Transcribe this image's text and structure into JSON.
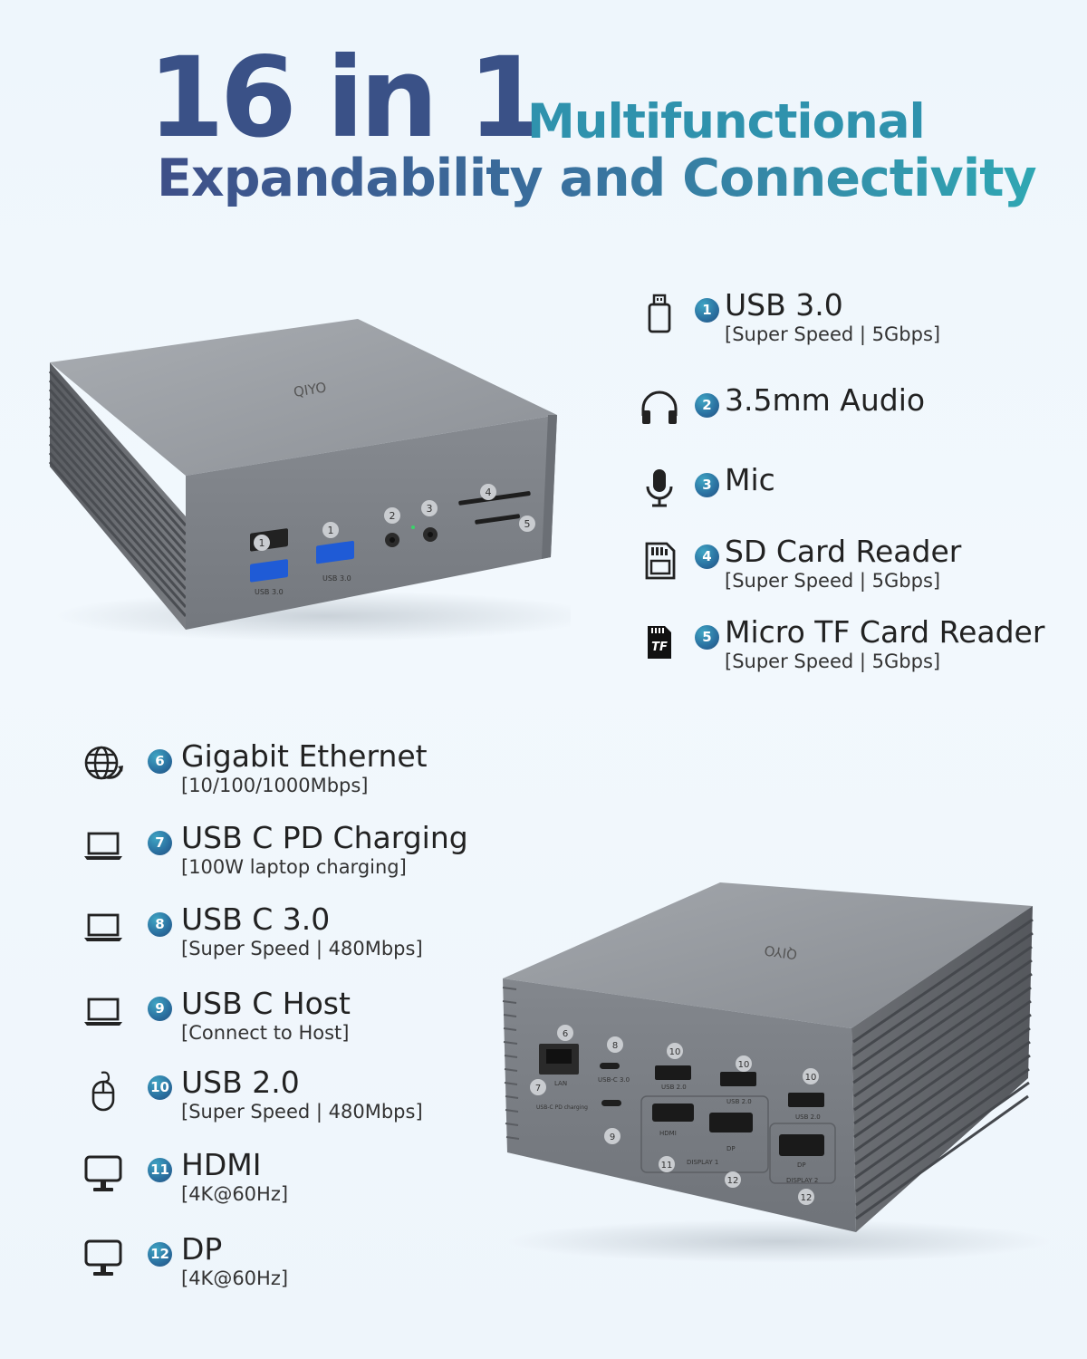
{
  "heading": {
    "big": "16 in 1",
    "line1": "Multifunctional",
    "line2": "Expandability and Connectivity"
  },
  "top_features": [
    {
      "num": "1",
      "icon": "usb-stick-icon",
      "title": "USB 3.0",
      "sub": "[Super Speed | 5Gbps]"
    },
    {
      "num": "2",
      "icon": "headphones-icon",
      "title": "3.5mm Audio",
      "sub": ""
    },
    {
      "num": "3",
      "icon": "microphone-icon",
      "title": "Mic",
      "sub": ""
    },
    {
      "num": "4",
      "icon": "sd-card-icon",
      "title": "SD Card Reader",
      "sub": "[Super Speed | 5Gbps]"
    },
    {
      "num": "5",
      "icon": "tf-card-icon",
      "title": "Micro TF Card Reader",
      "sub": "[Super Speed | 5Gbps]"
    }
  ],
  "bottom_features": [
    {
      "num": "6",
      "icon": "globe-icon",
      "title": "Gigabit Ethernet",
      "sub": "[10/100/1000Mbps]"
    },
    {
      "num": "7",
      "icon": "laptop-icon",
      "title": "USB C PD Charging",
      "sub": "[100W laptop charging]"
    },
    {
      "num": "8",
      "icon": "laptop-icon",
      "title": "USB C 3.0",
      "sub": "[Super Speed | 480Mbps]"
    },
    {
      "num": "9",
      "icon": "laptop-icon",
      "title": "USB C Host",
      "sub": "[Connect to Host]"
    },
    {
      "num": "10",
      "icon": "mouse-icon",
      "title": "USB 2.0",
      "sub": "[Super Speed | 480Mbps]"
    },
    {
      "num": "11",
      "icon": "monitor-icon",
      "title": "HDMI",
      "sub": "[4K@60Hz]"
    },
    {
      "num": "12",
      "icon": "monitor-icon",
      "title": "DP",
      "sub": "[4K@60Hz]"
    }
  ],
  "front_device": {
    "brand": "QIYO",
    "port_labels": {
      "usb30": "USB 3.0"
    },
    "callouts": [
      "1",
      "1",
      "2",
      "3",
      "4",
      "5"
    ]
  },
  "rear_device": {
    "brand": "QIYO",
    "port_labels": {
      "lan": "LAN",
      "usbc30": "USB-C 3.0",
      "pd": "USB-C PD charging",
      "usb20": "USB 2.0",
      "hdmi": "HDMI",
      "dp": "DP",
      "display1": "DISPLAY 1",
      "display2": "DISPLAY 2"
    },
    "callouts": [
      "6",
      "7",
      "8",
      "9",
      "10",
      "10",
      "10",
      "11",
      "12",
      "12"
    ]
  }
}
